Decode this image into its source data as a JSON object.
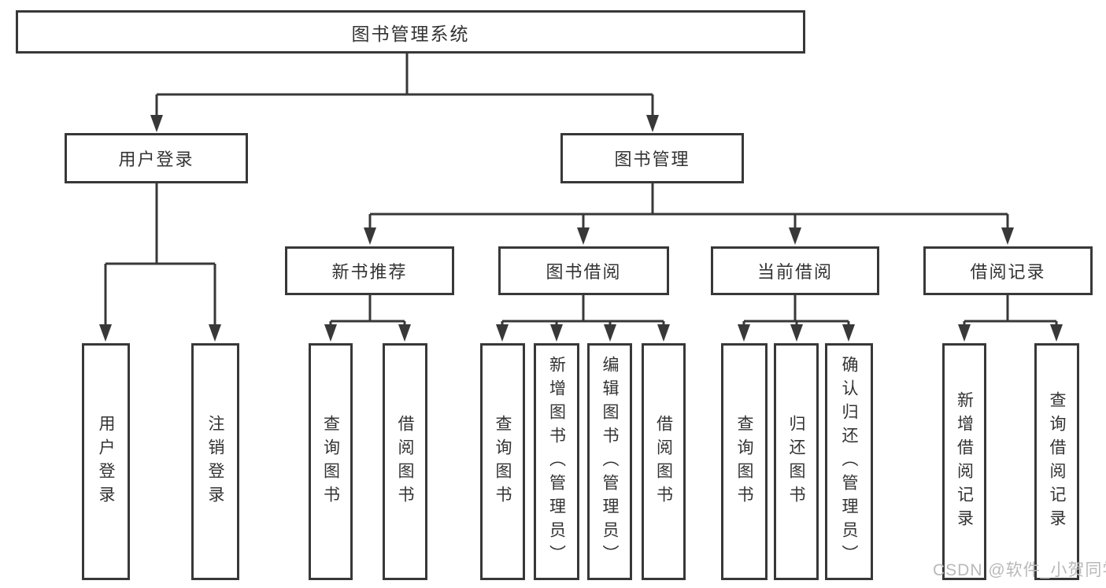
{
  "diagram": {
    "title_node": "图书管理系统",
    "level2": {
      "user_login": "用户登录",
      "book_mgmt": "图书管理"
    },
    "level3": {
      "new_books": "新书推荐",
      "book_borrow": "图书借阅",
      "current_borrow": "当前借阅",
      "borrow_records": "借阅记录"
    },
    "leaves": {
      "user_login_children": [
        "用户登录",
        "注销登录"
      ],
      "new_books_children": [
        "查询图书",
        "借阅图书"
      ],
      "book_borrow_children": [
        "查询图书",
        "新增图书（管理员）",
        "编辑图书（管理员）",
        "借阅图书"
      ],
      "current_borrow_children": [
        "查询图书",
        "归还图书",
        "确认归还（管理员）"
      ],
      "borrow_records_children": [
        "新增借阅记录",
        "查询借阅记录"
      ]
    }
  },
  "watermark": "CSDN @软件_小贺同学",
  "colors": {
    "line": "#383838",
    "text": "#333333",
    "watermark": "#b9b9b9",
    "background": "#ffffff"
  }
}
